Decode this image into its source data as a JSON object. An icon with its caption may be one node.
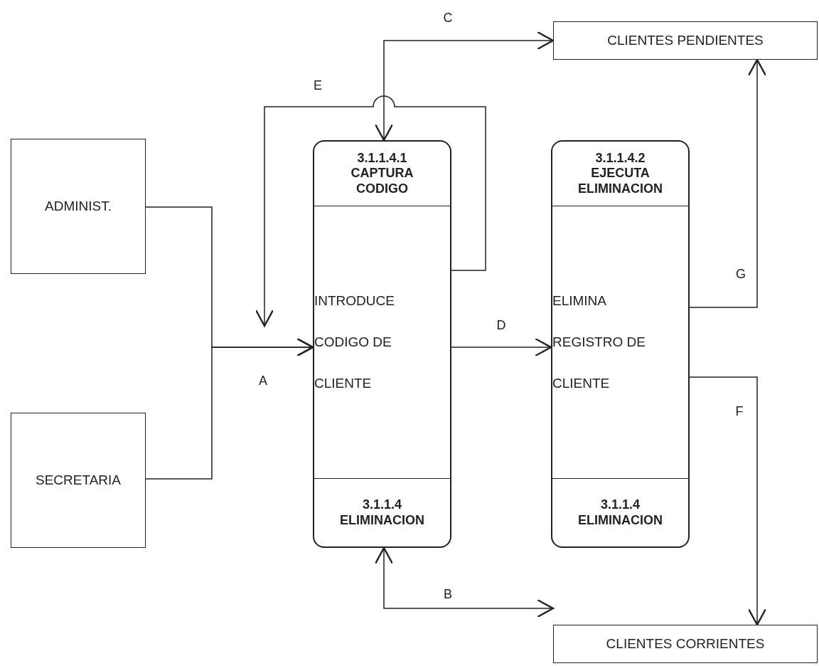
{
  "diagram": {
    "nodes": [
      {
        "text": [
          "CLIENTES PENDIENTES"
        ]
      },
      {
        "text": [
          "ADMINIST."
        ]
      },
      {
        "text": [
          "3.1.1.4.1 CAPTURA CODIGO",
          "INTRODUCE CODIGO DE CLIENTE",
          "3.1.1.4 ELIMINACION"
        ]
      },
      {
        "text": [
          "3.1.1.4.2 EJECUTA ELIMINACION",
          "ELIMINA REGISTRO DE CLIENTE",
          "3.1.1.4 ELIMINACION"
        ]
      },
      {
        "text": [
          "SECRETARIA"
        ]
      },
      {
        "text": [
          "CLIENTES CORRIENTES"
        ]
      }
    ],
    "edges": [
      {
        "from": 1,
        "to": 2,
        "arrow": "to",
        "label": "A"
      },
      {
        "from": 4,
        "to": 2,
        "arrow": "to"
      },
      {
        "from": 2,
        "to": 0,
        "arrow": "both",
        "label": "C"
      },
      {
        "from": 2,
        "to": 2,
        "arrow": "to",
        "label": "E"
      },
      {
        "from": 2,
        "to": 3,
        "arrow": "to",
        "label": "D"
      },
      {
        "from": 3,
        "to": 0,
        "arrow": "to",
        "label": "G"
      },
      {
        "from": 3,
        "to": 5,
        "arrow": "to",
        "label": "F"
      },
      {
        "from": 2,
        "to": 5,
        "arrow": "both",
        "label": "B"
      }
    ]
  }
}
